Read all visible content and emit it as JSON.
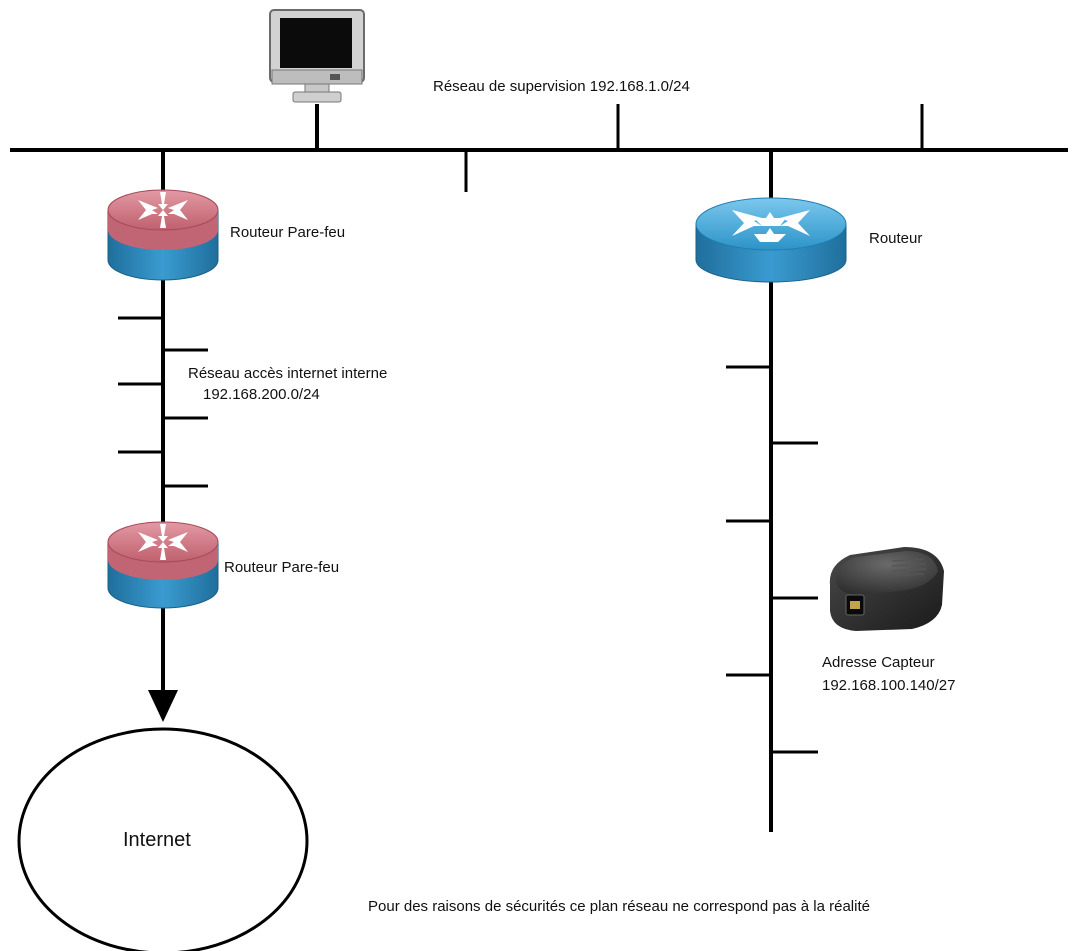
{
  "labels": {
    "supervision_network": "Réseau de supervision  192.168.1.0/24",
    "firewall_router_top": "Routeur Pare-feu",
    "router_right": "Routeur",
    "internal_network_name": "Réseau accès internet interne",
    "internal_network_addr": "192.168.200.0/24",
    "firewall_router_bottom": "Routeur Pare-feu",
    "sensor_name": "Adresse Capteur",
    "sensor_addr": "192.168.100.140/27",
    "internet": "Internet",
    "disclaimer": "Pour des raisons de sécurités ce plan réseau ne correspond pas à la réalité"
  },
  "icons": {
    "monitor": "computer-monitor-icon",
    "firewall_router": "firewall-router-icon",
    "router": "router-icon",
    "sensor": "sensor-device-icon"
  },
  "colors": {
    "line": "#000000",
    "firewall_top": "#c9707c",
    "firewall_side": "#2a86b8",
    "router_top": "#3fa4d6",
    "router_side": "#1c7fae",
    "sensor": "#2b2b2b"
  }
}
